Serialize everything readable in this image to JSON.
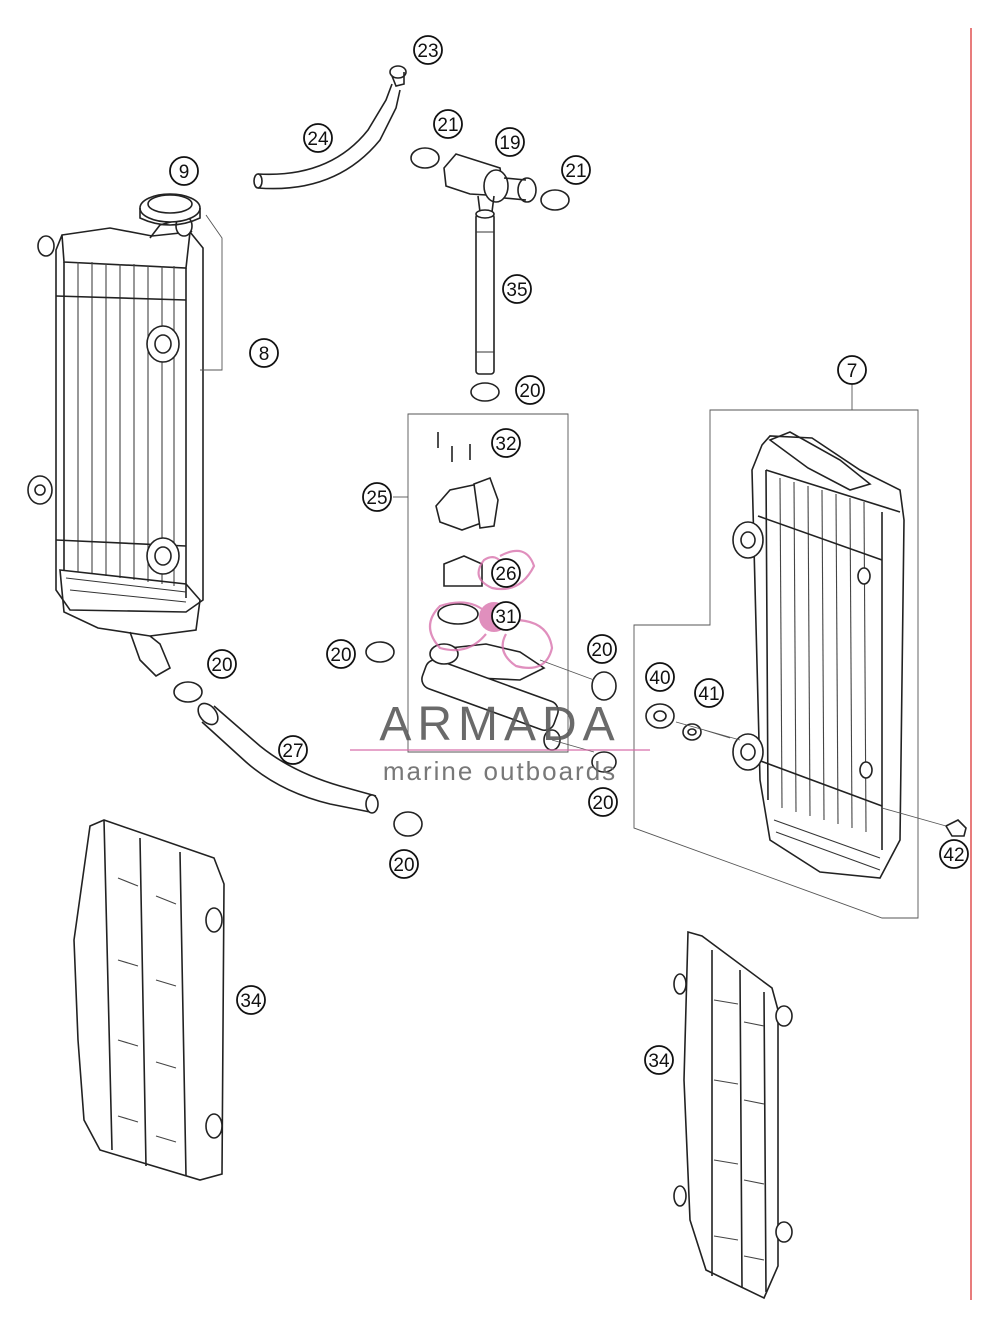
{
  "callouts": [
    {
      "label": "23"
    },
    {
      "label": "24"
    },
    {
      "label": "21"
    },
    {
      "label": "19"
    },
    {
      "label": "21"
    },
    {
      "label": "9"
    },
    {
      "label": "8"
    },
    {
      "label": "35"
    },
    {
      "label": "20"
    },
    {
      "label": "7"
    },
    {
      "label": "32"
    },
    {
      "label": "25"
    },
    {
      "label": "26"
    },
    {
      "label": "31"
    },
    {
      "label": "20"
    },
    {
      "label": "20"
    },
    {
      "label": "20"
    },
    {
      "label": "40"
    },
    {
      "label": "41"
    },
    {
      "label": "27"
    },
    {
      "label": "20"
    },
    {
      "label": "20"
    },
    {
      "label": "42"
    },
    {
      "label": "34"
    },
    {
      "label": "34"
    }
  ],
  "watermark": {
    "title": "ARMADA",
    "subtitle": "marine outboards",
    "accent_color": "#d66aa8"
  },
  "colors": {
    "line": "#222222",
    "margin_rule": "#e05050",
    "background": "#ffffff"
  }
}
